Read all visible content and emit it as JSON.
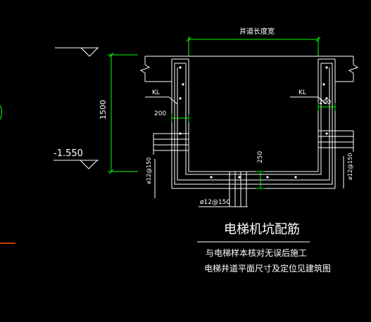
{
  "drawing": {
    "title": "电梯机坑配筋",
    "note_line1": "与电梯样本核对无误后施工",
    "note_line2": "电梯井道平面尺寸及定位见建筑图",
    "shaft_width_label": "井道长度宽",
    "depth_label": "1500",
    "elevation_label": "-1.550",
    "kl_left": "KL",
    "kl_right": "KL",
    "dim_200_left": "200",
    "dim_200_right": "200",
    "dim_250": "250",
    "rebar_left": "ø12@150",
    "rebar_right": "ø12@150",
    "rebar_bottom": "ø12@150"
  },
  "colors": {
    "background": "#000000",
    "lines": "#ffffff",
    "dimension": "#00ff00",
    "accent_mark": "#ff5a00"
  }
}
